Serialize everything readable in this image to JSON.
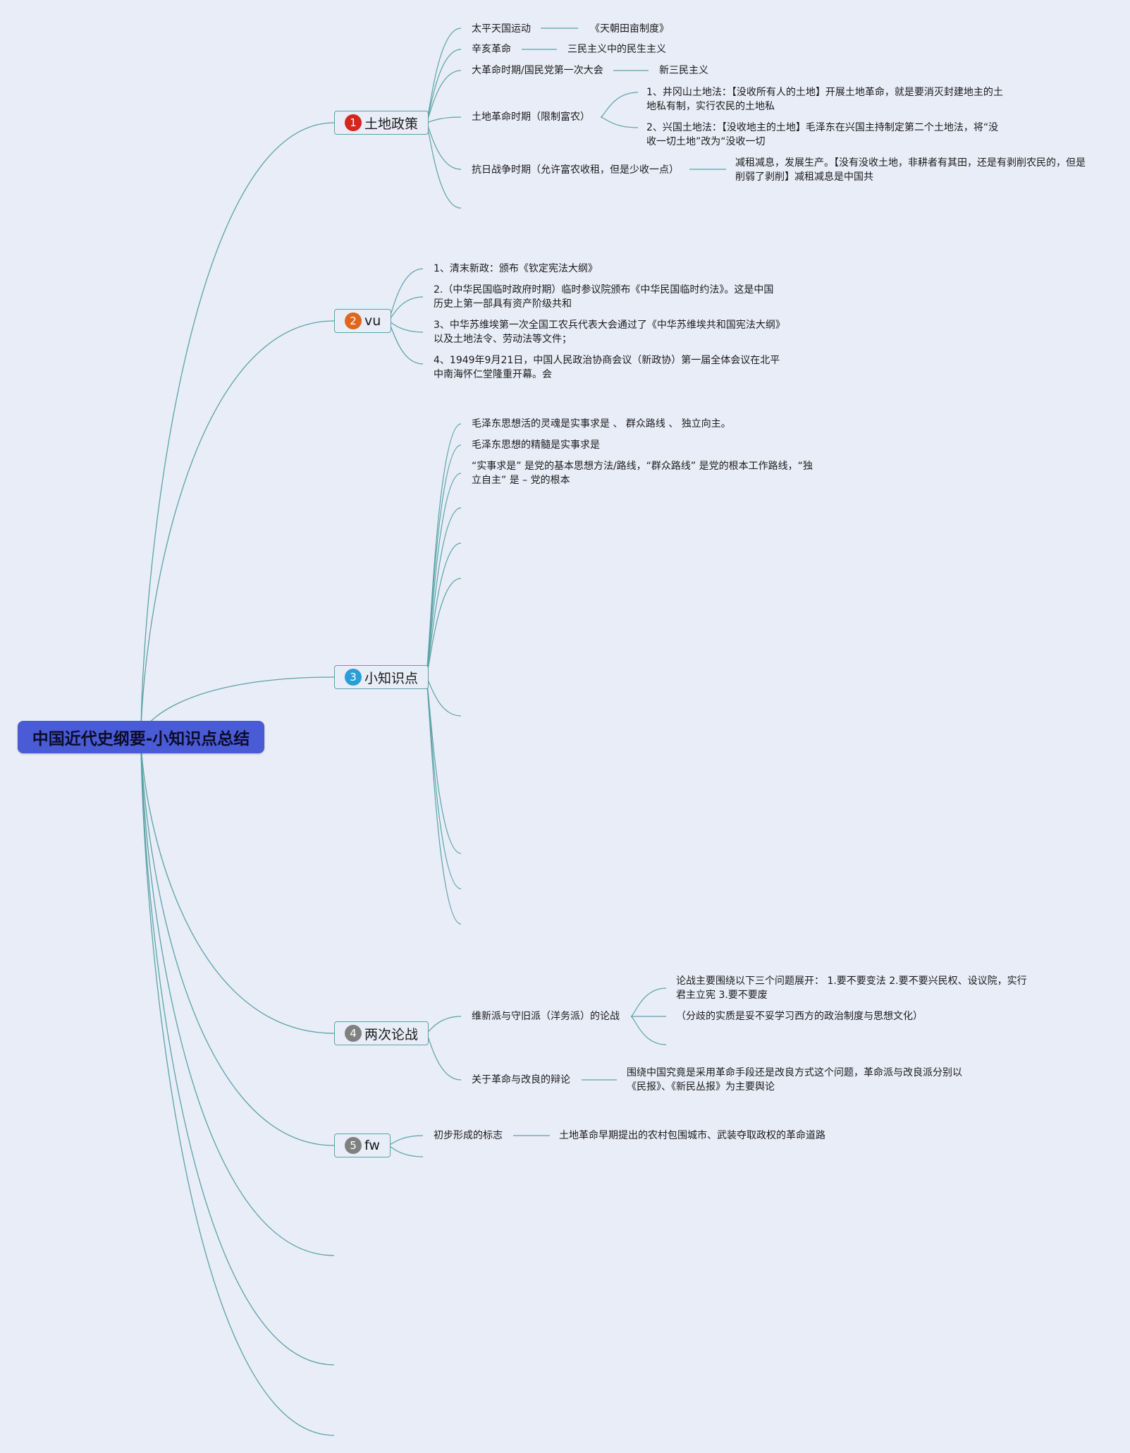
{
  "root": {
    "title": "中国近代史纲要-小知识点总结"
  },
  "colors": {
    "root_fill": "#4a5bd6",
    "line": "#5aa3a5",
    "background": "#e9edf8"
  },
  "topics": [
    {
      "number": "1",
      "badge_color": "#d4261b",
      "label": "土地政策",
      "children": [
        {
          "label": "太平天国运动",
          "detail": "《天朝田亩制度》"
        },
        {
          "label": "辛亥革命",
          "detail": "三民主义中的民生主义"
        },
        {
          "label": "大革命时期/国民党第一次大会",
          "detail": "新三民主义"
        },
        {
          "label": "土地革命时期（限制富农）",
          "details": [
            "1、井冈山土地法：【没收所有人的土地】开展土地革命，就是要消灭封建地主的土地私有制，实行农民的土地私",
            "2、兴国土地法：【没收地主的土地】毛泽东在兴国主持制定第二个土地法，将“没收一切土地”改为“没收一切"
          ]
        },
        {
          "label": "抗日战争时期（允许富农收租，但是少收一点）",
          "detail": "减租减息，发展生产。【没有没收土地，非耕者有其田，还是有剥削农民的，但是削弱了剥削】减租减息是中国共"
        }
      ]
    },
    {
      "number": "2",
      "badge_color": "#e0661f",
      "label": "vu",
      "children": [
        {
          "label": "1、清末新政：颁布《钦定宪法大纲》"
        },
        {
          "label": "2.（中华民国临时政府时期）临时参议院颁布《中华民国临时约法》。这是中国历史上第一部具有资产阶级共和"
        },
        {
          "label": "3、中华苏维埃第一次全国工农兵代表大会通过了《中华苏维埃共和国宪法大纲》以及土地法令、劳动法等文件；"
        },
        {
          "label": "4、1949年9月21日，中国人民政治协商会议（新政协）第一届全体会议在北平中南海怀仁堂隆重开幕。会"
        }
      ]
    },
    {
      "number": "3",
      "badge_color": "#2a9fd6",
      "label": "小知识点",
      "children": [
        {
          "label": "毛泽东思想活的灵魂是实事求是 、 群众路线 、 独立向主。"
        },
        {
          "label": "毛泽东思想的精髓是实事求是"
        },
        {
          "label": "“实事求是” 是党的基本思想方法/路线，“群众路线” 是党的根本工作路线，“独立自主” 是 – 党的根本"
        }
      ]
    },
    {
      "number": "4",
      "badge_color": "#808080",
      "label": "两次论战",
      "children": [
        {
          "label": "维新派与守旧派（洋务派）的论战",
          "details": [
            "论战主要围绕以下三个问题展开： 1.要不要变法 2.要不要兴民权、设议院，实行君主立宪 3.要不要废",
            "（分歧的实质是妥不妥学习西方的政治制度与思想文化）"
          ]
        },
        {
          "label": "关于革命与改良的辩论",
          "detail": "围绕中国究竟是采用革命手段还是改良方式这个问题，革命派与改良派分别以《民报》、《新民丛报》为主要舆论"
        }
      ]
    },
    {
      "number": "5",
      "badge_color": "#808080",
      "label": "fw",
      "children": [
        {
          "label": "初步形成的标志",
          "detail": "土地革命早期提出的农村包围城市、武装夺取政权的革命道路"
        }
      ]
    }
  ]
}
